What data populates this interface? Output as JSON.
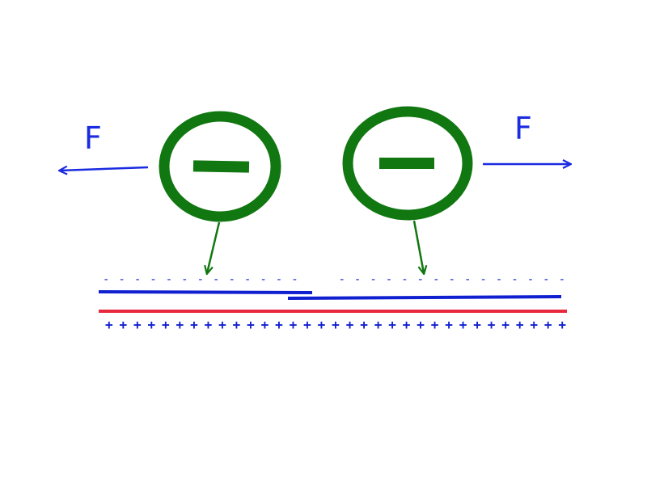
{
  "labels": {
    "force_left": "F",
    "force_right": "F"
  },
  "charges": {
    "negative_row": "-  -  -  -  -  -  -  -  -  -  -  -  -        -  -  -  -  -  -  -  -  -  -  -  -  -  -  -",
    "positive_row": "+ + + + + + + + + + + + + + + + + + + + + + + + + + + + + + + + +"
  },
  "colors": {
    "particle": "#117711",
    "force": "#1a2be0",
    "blue_line": "#1020d0",
    "red_line": "#e8283c"
  },
  "icons": {
    "particle_symbol": "minus"
  }
}
